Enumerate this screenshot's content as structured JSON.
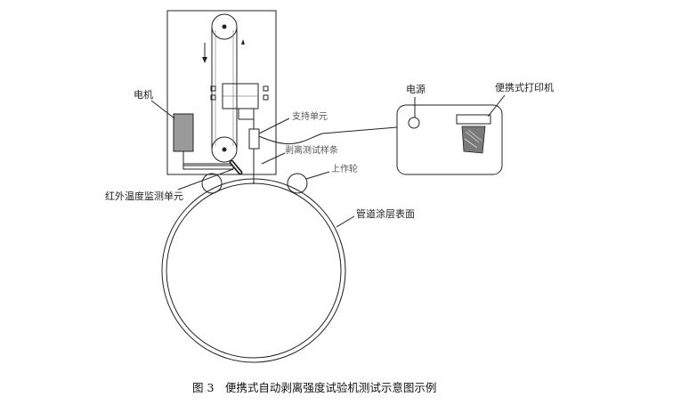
{
  "labels": {
    "motor": "电机",
    "power": "电源",
    "printer": "便携式打印机",
    "support_unit": "支持单元",
    "peel_strip": "剥离测试样条",
    "roller": "上作轮",
    "ir_unit": "红外温度监测单元",
    "pipe_surface": "管道涂层表面"
  },
  "caption": "图 3　便携式自动剥离强度试验机测试示意图示例",
  "colors": {
    "line": "#222222",
    "motor_fill": "#9a9a9a",
    "paper_fill": "#7a7a7a"
  }
}
